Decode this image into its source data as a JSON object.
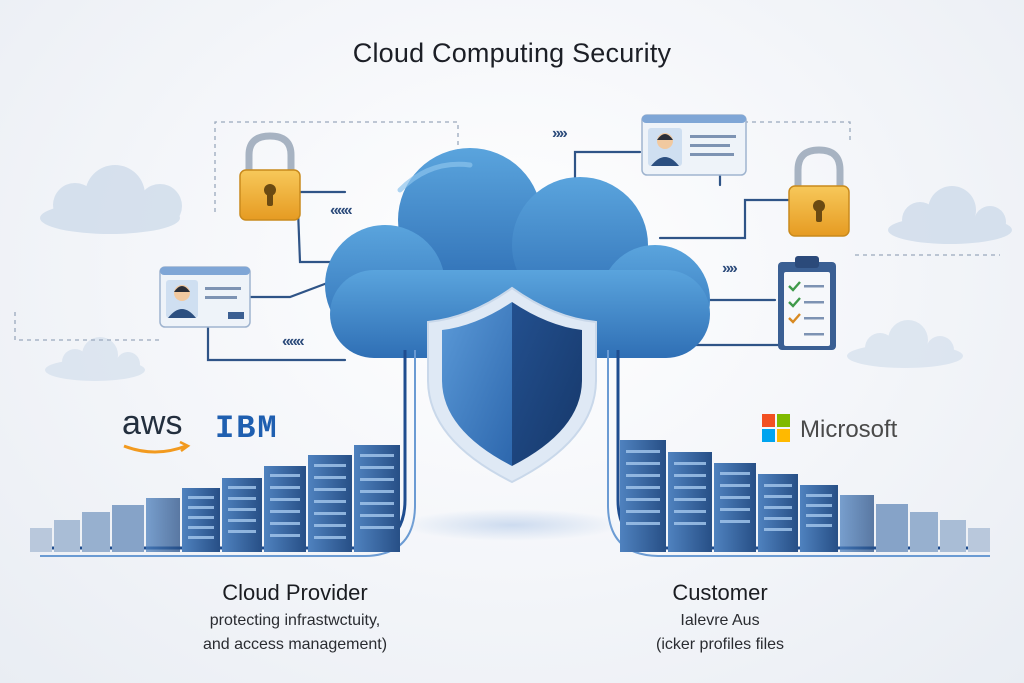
{
  "title": "Cloud Computing Security",
  "chevrons": {
    "a": "»»",
    "b": "«««",
    "c": "»»",
    "d": "«««"
  },
  "logos": {
    "aws": "aws",
    "ibm": "IBM",
    "microsoft": "Microsoft"
  },
  "provider": {
    "heading": "Cloud Provider",
    "line1": "protecting infrastwctuity,",
    "line2": "and access management)"
  },
  "customer": {
    "heading": "Customer",
    "line1": "Ialevre Aus",
    "line2": "(icker profiles files"
  },
  "colors": {
    "cloud": "#3f86c9",
    "shield_dark": "#1f4d8f",
    "lock": "#f2b43a",
    "server": "#2c5a97",
    "line": "#2f5487"
  }
}
